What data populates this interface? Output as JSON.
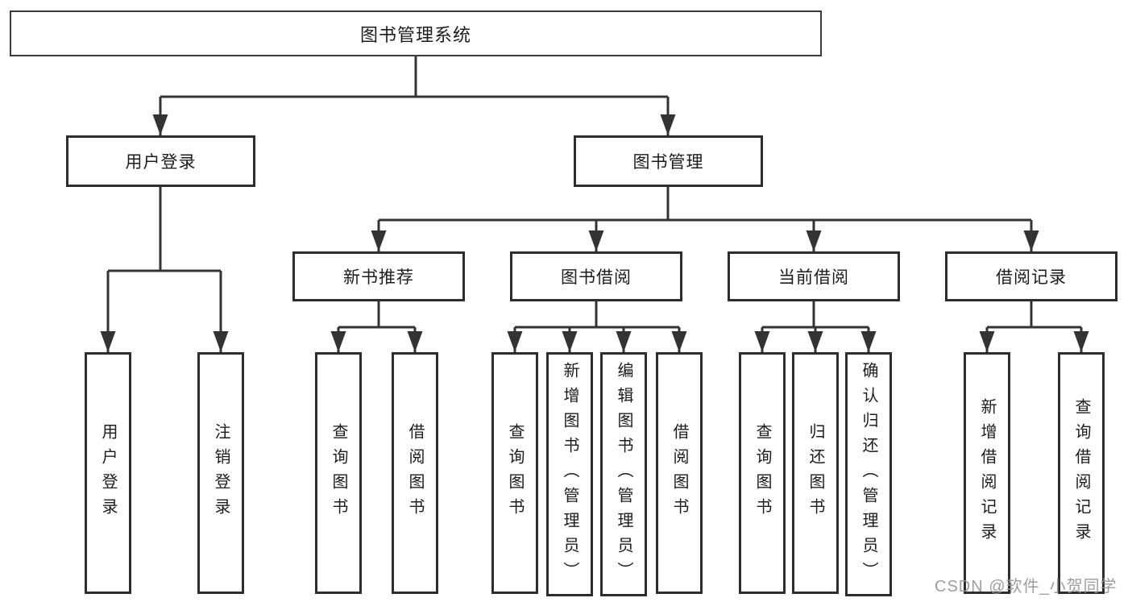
{
  "colors": {
    "line": "#333333",
    "box_border": "#2d2d2d",
    "text": "#1c1c1c",
    "watermark": "#949494",
    "background": "#ffffff"
  },
  "watermark": {
    "text": "CSDN @软件_小贺同学"
  },
  "tree": {
    "root": {
      "label": "图书管理系统"
    },
    "children": [
      {
        "label": "用户登录",
        "children": [
          {
            "label": "用户登录"
          },
          {
            "label": "注销登录"
          }
        ]
      },
      {
        "label": "图书管理",
        "children": [
          {
            "label": "新书推荐",
            "children": [
              {
                "label": "查询图书"
              },
              {
                "label": "借阅图书"
              }
            ]
          },
          {
            "label": "图书借阅",
            "children": [
              {
                "label": "查询图书"
              },
              {
                "label": "新增图书（管理员）"
              },
              {
                "label": "编辑图书（管理员）"
              },
              {
                "label": "借阅图书"
              }
            ]
          },
          {
            "label": "当前借阅",
            "children": [
              {
                "label": "查询图书"
              },
              {
                "label": "归还图书"
              },
              {
                "label": "确认归还（管理员）"
              }
            ]
          },
          {
            "label": "借阅记录",
            "children": [
              {
                "label": "新增借阅记录"
              },
              {
                "label": "查询借阅记录"
              }
            ]
          }
        ]
      }
    ]
  }
}
